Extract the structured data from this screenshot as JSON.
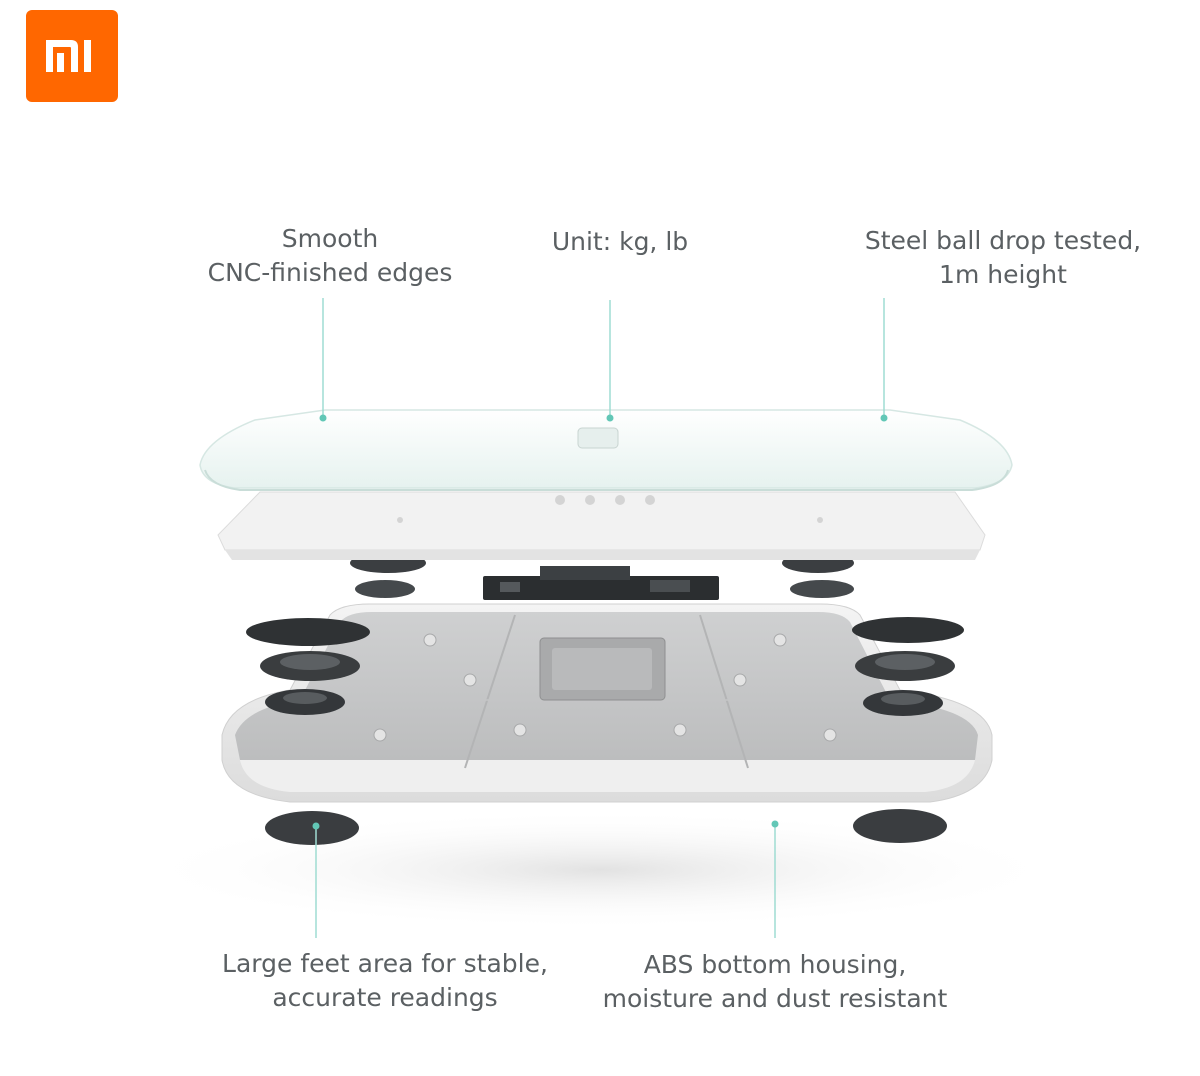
{
  "brand": {
    "logo_text": "MI",
    "logo_color": "#ff6700"
  },
  "callouts": {
    "edges": {
      "line1": "Smooth",
      "line2": "CNC-finished edges"
    },
    "unit": {
      "line1": "Unit: kg, lb"
    },
    "steel": {
      "line1": "Steel ball drop tested,",
      "line2": "1m height"
    },
    "feet": {
      "line1": "Large feet area for stable,",
      "line2": "accurate readings"
    },
    "abs": {
      "line1": "ABS bottom housing,",
      "line2": "moisture and dust resistant"
    }
  },
  "colors": {
    "leader_line": "#9fdcd2",
    "leader_dot": "#62c7b6",
    "glass": "#f1f8f6",
    "housing": "#d9dadb",
    "dark_part": "#2e3133"
  }
}
